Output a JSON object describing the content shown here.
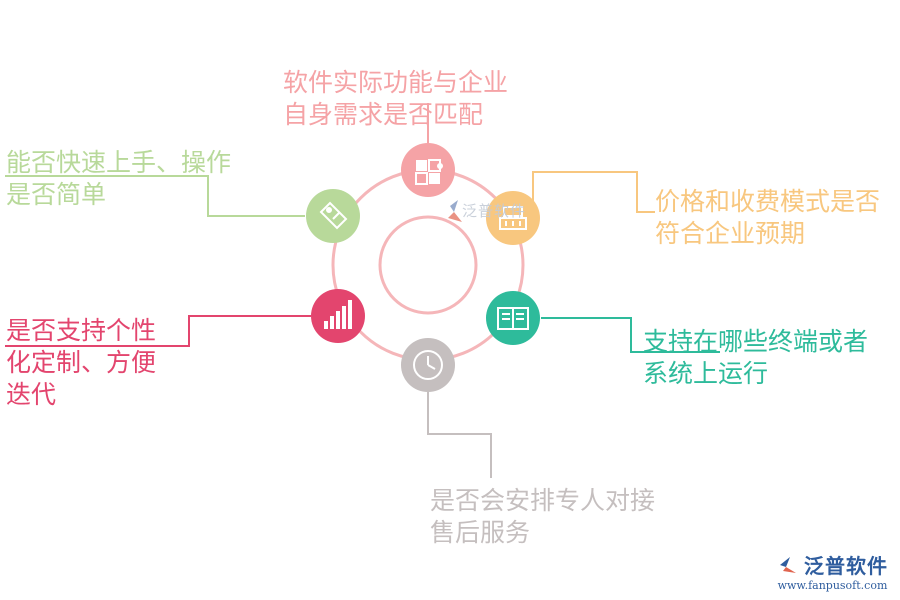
{
  "nodes": [
    {
      "id": "top",
      "lines": [
        "软件实际功能与企业",
        "自身需求是否匹配"
      ],
      "color": "#f5a3a6",
      "icon": "puzzle-icon"
    },
    {
      "id": "upper-right",
      "lines": [
        "价格和收费模式是否",
        "符合企业预期"
      ],
      "color": "#f8c77f",
      "icon": "cash-register-icon"
    },
    {
      "id": "lower-right",
      "lines": [
        "支持在哪些终端或者",
        "系统上运行"
      ],
      "color": "#2ebb9b",
      "icon": "open-book-icon"
    },
    {
      "id": "bottom",
      "lines": [
        "是否会安排专人对接",
        "售后服务"
      ],
      "color": "#c5bfbf",
      "icon": "clock-icon"
    },
    {
      "id": "lower-left",
      "lines": [
        "是否支持个性",
        "化定制、方便",
        "迭代"
      ],
      "color": "#e3456e",
      "icon": "bar-chart-icon"
    },
    {
      "id": "upper-left",
      "lines": [
        "能否快速上手、操作",
        "是否简单"
      ],
      "color": "#b8d99a",
      "icon": "tag-icon"
    }
  ],
  "colors": {
    "ring": "#f5b6b9",
    "inner_ring": "#f5b6b9"
  },
  "watermark": "泛普软件",
  "brand": {
    "name": "泛普软件",
    "url": "www.fanpusoft.com",
    "color": "#2f5d9e"
  }
}
